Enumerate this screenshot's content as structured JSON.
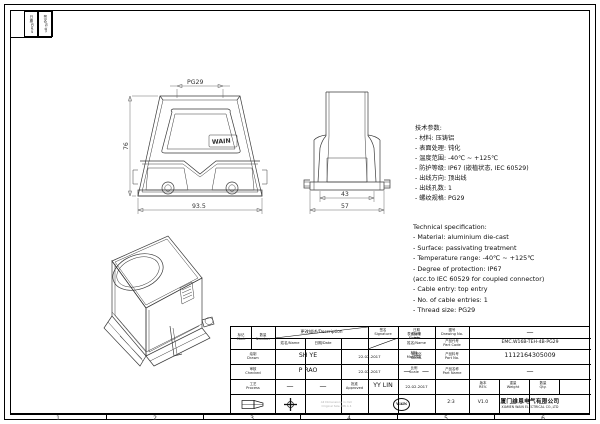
{
  "sheet": {
    "stamp_cells": [
      "日期/Date",
      "签名/Sign"
    ],
    "frame_numbers": [
      "1",
      "2",
      "3",
      "4",
      "5",
      "6"
    ]
  },
  "views": {
    "front": {
      "name": "front-view",
      "dim_top": "PG29",
      "dim_height": "76",
      "dim_width": "93.5",
      "brand": "WAIN"
    },
    "side": {
      "name": "side-view",
      "dim_inner": "43",
      "dim_outer": "57"
    },
    "iso": {
      "name": "isometric-view"
    }
  },
  "specs_cn": {
    "title": "技术参数:",
    "lines": [
      "- 材料: 压铸铝",
      "- 表面处理: 钝化",
      "- 温度范围: -40℃ ~ +125℃",
      "- 防护等级: IP67 (嵌植状态, IEC 60529)",
      "- 出线方向: 顶出线",
      "- 出线孔数: 1",
      "- 螺纹规格: PG29"
    ]
  },
  "specs_en": {
    "title": "Technical specification:",
    "lines": [
      "- Material: aluminium die-cast",
      "- Surface: passivating treatment",
      "- Temperature range: -40℃ ~ +125℃",
      "- Degree of protection: IP67",
      "  (acc.to IEC 60529 for coupled connector)",
      "- Cable entry: top entry",
      "- No. of cable entries: 1",
      "- Thread size: PG29"
    ]
  },
  "title_block": {
    "headers": {
      "mark": {
        "cn": "标记",
        "en": "Mark"
      },
      "number": {
        "cn": "数量",
        "en": "Number"
      },
      "description": "更改描述/Description",
      "signature": {
        "cn": "签名",
        "en": "Signature"
      },
      "date_h": {
        "cn": "日期",
        "en": "Date"
      },
      "name_date_1": "姓名/Name",
      "date_1": "日期/Date",
      "name_date_2": "姓名/Name",
      "date_2": "日期/Date",
      "drawn": {
        "cn": "绘制",
        "en": "Drawn"
      },
      "checked": {
        "cn": "审核",
        "en": "Checked"
      },
      "process": {
        "cn": "工艺",
        "en": "Process"
      },
      "standard": {
        "cn": "标准化",
        "en": "Stand."
      },
      "approved": {
        "cn": "批准",
        "en": "Approved"
      },
      "finish": {
        "cn": "表面处理",
        "en": "Finish"
      },
      "material": {
        "cn": "材料",
        "en": "Material"
      },
      "scale": {
        "cn": "比例",
        "en": "Scale"
      },
      "rev": {
        "cn": "版本",
        "en": "REV."
      },
      "weight": {
        "cn": "重量",
        "en": "Weight"
      },
      "qty": {
        "cn": "数量",
        "en": "Qty."
      },
      "drawing_no": {
        "cn": "图号",
        "en": "Drawing  No."
      },
      "part_code": {
        "cn": "产品代号",
        "en": "Part  Code"
      },
      "part_no": {
        "cn": "产品料号",
        "en": "Part  No."
      },
      "part_name": {
        "cn": "产品名称",
        "en": "Part  Name"
      }
    },
    "values": {
      "drawn_name": "SH YE",
      "drawn_date": "22.02.2017",
      "checked_name": "P RAO",
      "checked_date": "22.02.2017",
      "process_name": "—",
      "process_date": "—",
      "standard_name": "—",
      "standard_date": "—",
      "approved_name": "YY LIN",
      "approved_date": "22.02.2017",
      "finish": "—",
      "material": "—",
      "scale": "2:3",
      "rev": "V1.0",
      "weight": "—",
      "qty": "—",
      "drawing_no": "—",
      "part_code": "EMC.W16B-TEH-4B-PG29",
      "part_no": "1112164305009",
      "part_name": "—"
    },
    "note": [
      "All Dimensions in mm",
      "Original Size DIN A 4"
    ],
    "company": {
      "logo_text": "WAIN",
      "cn": "厦门维恩电气有限公司",
      "en": "XIAMEN WAIN ELECTRICAL CO.,LTD"
    }
  },
  "colors": {
    "line": "#3a3a3a",
    "border": "#000000",
    "text": "#111111"
  }
}
